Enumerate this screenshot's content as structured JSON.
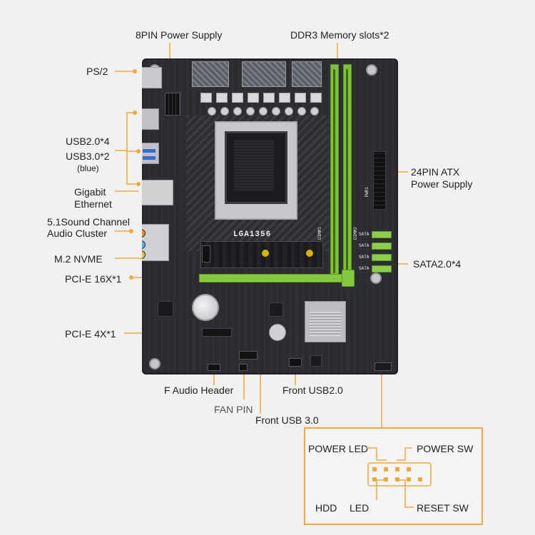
{
  "labels": {
    "pin8_power": "8PIN Power Supply",
    "ddr3_slots": "DDR3 Memory slots*2",
    "ps2": "PS/2",
    "usb_rear": "USB2.0*4",
    "usb3_rear": "USB3.0*2",
    "usb3_color": "(blue)",
    "ethernet_1": "Gigabit",
    "ethernet_2": "Ethernet",
    "audio_1": "5.1Sound Channel",
    "audio_2": "Audio Cluster",
    "m2": "M.2 NVME",
    "pcie16": "PCI-E 16X*1",
    "pcie4": "PCI-E 4X*1",
    "atx_1": "24PIN ATX",
    "atx_2": "Power Supply",
    "sata": "SATA2.0*4",
    "f_audio": "F Audio Header",
    "fan_pin": "FAN PIN",
    "front_usb2_a": "Front",
    "front_usb2_b": "USB2.0",
    "front_usb3_a": "Front",
    "front_usb3_b": "USB 3.0"
  },
  "board": {
    "socket": "LGA1356",
    "silk_dimm1": "DIMM1",
    "silk_dimm2": "DIMM2",
    "silk_pwr": "PWR1",
    "silk_sata": [
      "SATA",
      "SATA",
      "SATA",
      "SATA"
    ]
  },
  "front_panel": {
    "power_led": "POWER LED",
    "power_sw": "POWER SW",
    "hdd": "HDD",
    "led": "LED",
    "reset_sw": "RESET SW"
  },
  "colors": {
    "accent": "#f2a93b",
    "pcb": "#2a2c31",
    "slot_green": "#7fc23a",
    "usb3_blue": "#2f6fd6"
  }
}
